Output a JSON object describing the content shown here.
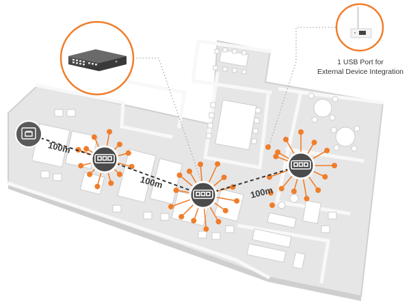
{
  "colors": {
    "accent": "#f07d2a",
    "hub_fill": "#4b4b4b",
    "hub_ring": "#ffffff",
    "floor": "#e6e6e6",
    "floor_edge": "#d2d2d2",
    "furniture": "#ffffff",
    "link_dash": "#333333",
    "callout_dots": "#a8a8a8"
  },
  "links": [
    {
      "label": "100m"
    },
    {
      "label": "100m"
    },
    {
      "label": "100m"
    }
  ],
  "usb_callout": {
    "caption_line1": "1 USB Port for",
    "caption_line2": "External Device Integration",
    "icon": "usb-dongle-icon"
  },
  "switch_callout": {
    "icon": "network-switch-icon"
  },
  "hubs": [
    {
      "icon": "ethernet-port-icon"
    },
    {
      "icon": "ethernet-port-icon"
    },
    {
      "icon": "ethernet-port-icon"
    },
    {
      "icon": "ethernet-port-icon"
    }
  ]
}
